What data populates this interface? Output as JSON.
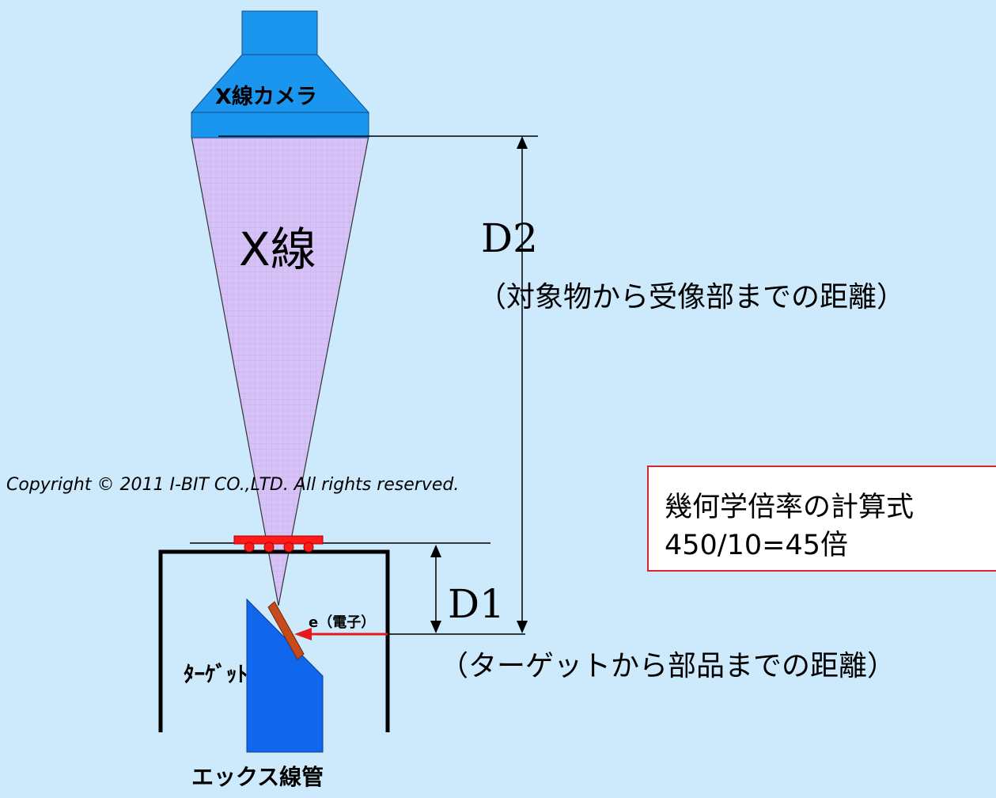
{
  "camera": {
    "label": "X線カメラ"
  },
  "xray": {
    "label": "X線"
  },
  "d2": {
    "label": "D2",
    "description": "（対象物から受像部までの距離）"
  },
  "d1": {
    "label": "D1",
    "description": "（ターゲットから部品までの距離）"
  },
  "electron": {
    "label": "e（電子）"
  },
  "target": {
    "label": "ﾀｰｹﾞｯﾄ"
  },
  "tube": {
    "label": "エックス線管"
  },
  "copyright": "Copyright © 2011 I-BIT CO.,LTD. All rights reserved.",
  "formula": {
    "title": "幾何学倍率の計算式",
    "expression": "450/10=45倍"
  },
  "colors": {
    "background": "#cdeafd",
    "camera": "#1a96ee",
    "beam": "#d6c2f6",
    "target": "#1166ee",
    "sample": "#ff1a1a",
    "arrow_red": "#e8181d",
    "box_border": "#d9262b"
  }
}
